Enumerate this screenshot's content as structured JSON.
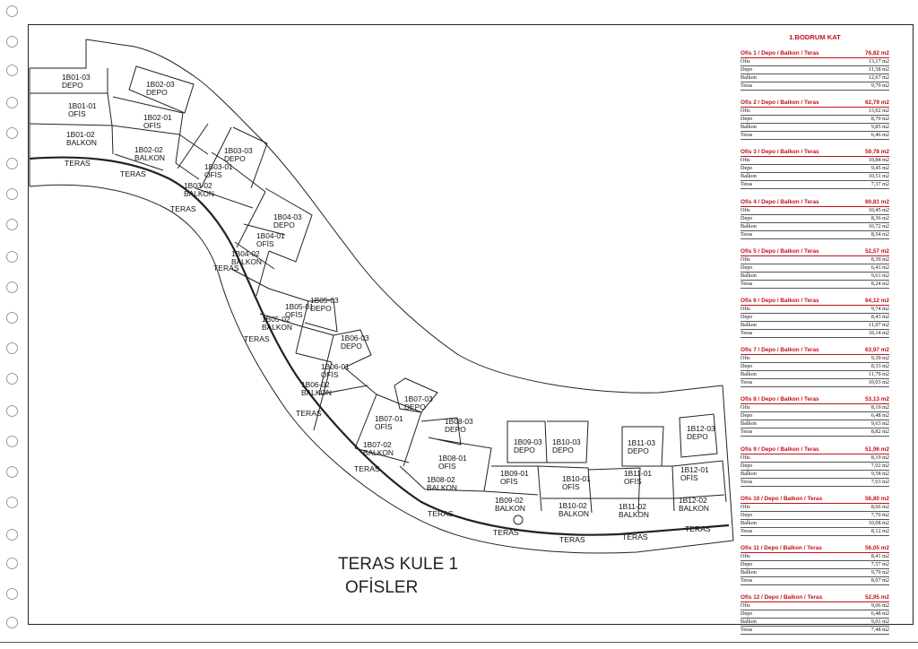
{
  "drawing": {
    "title_line1": "TERAS KULE 1",
    "title_line2": "OFİSLER",
    "units": [
      {
        "code": "1B01-03",
        "type": "DEPO"
      },
      {
        "code": "1B01-01",
        "type": "OFİS"
      },
      {
        "code": "1B01-02",
        "type": "BALKON"
      },
      {
        "code": "1B02-03",
        "type": "DEPO"
      },
      {
        "code": "1B02-01",
        "type": "OFİS"
      },
      {
        "code": "1B02-02",
        "type": "BALKON"
      },
      {
        "code": "1B03-03",
        "type": "DEPO"
      },
      {
        "code": "1B03-01",
        "type": "OFİS"
      },
      {
        "code": "1B03-02",
        "type": "BALKON"
      },
      {
        "code": "1B04-03",
        "type": "DEPO"
      },
      {
        "code": "1B04-01",
        "type": "OFİS"
      },
      {
        "code": "1B04-02",
        "type": "BALKON"
      },
      {
        "code": "1B05-03",
        "type": "DEPO"
      },
      {
        "code": "1B05-01",
        "type": "OFİS"
      },
      {
        "code": "1B05-02",
        "type": "BALKON"
      },
      {
        "code": "1B06-03",
        "type": "DEPO"
      },
      {
        "code": "1B06-01",
        "type": "OFİS"
      },
      {
        "code": "1B06-02",
        "type": "BALKON"
      },
      {
        "code": "1B07-03",
        "type": "DEPO"
      },
      {
        "code": "1B07-01",
        "type": "OFİS"
      },
      {
        "code": "1B07-02",
        "type": "BALKON"
      },
      {
        "code": "1B08-03",
        "type": "DEPO"
      },
      {
        "code": "1B08-01",
        "type": "OFİS"
      },
      {
        "code": "1B08-02",
        "type": "BALKON"
      },
      {
        "code": "1B09-03",
        "type": "DEPO"
      },
      {
        "code": "1B09-01",
        "type": "OFİS"
      },
      {
        "code": "1B09-02",
        "type": "BALKON"
      },
      {
        "code": "1B10-03",
        "type": "DEPO"
      },
      {
        "code": "1B10-01",
        "type": "OFİS"
      },
      {
        "code": "1B10-02",
        "type": "BALKON"
      },
      {
        "code": "1B11-03",
        "type": "DEPO"
      },
      {
        "code": "1B11-01",
        "type": "OFİS"
      },
      {
        "code": "1B11-02",
        "type": "BALKON"
      },
      {
        "code": "1B12-03",
        "type": "DEPO"
      },
      {
        "code": "1B12-01",
        "type": "OFİS"
      },
      {
        "code": "1B12-02",
        "type": "BALKON"
      }
    ],
    "teras_label": "TERAS"
  },
  "area_table": {
    "heading": "1.BODRUM KAT",
    "row_labels": [
      "Ofis",
      "Depo",
      "Balkon",
      "Teras"
    ],
    "offices": [
      {
        "title": "Ofis 1 / Depo / Balkon / Teras",
        "total": "76,82 m2",
        "values": [
          "13,17 m2",
          "11,58 m2",
          "12,67 m2",
          "9,79 m2"
        ]
      },
      {
        "title": "Ofis 2 / Depo / Balkon / Teras",
        "total": "62,79 m2",
        "values": [
          "13,02 m2",
          "8,79 m2",
          "9,85 m2",
          "6,46 m2"
        ]
      },
      {
        "title": "Ofis 3 / Depo / Balkon / Teras",
        "total": "59,78 m2",
        "values": [
          "10,84 m2",
          "9,45 m2",
          "10,51 m2",
          "7,37 m2"
        ]
      },
      {
        "title": "Ofis 4 / Depo / Balkon / Teras",
        "total": "60,81 m2",
        "values": [
          "10,45 m2",
          "8,36 m2",
          "10,72 m2",
          "8,54 m2"
        ]
      },
      {
        "title": "Ofis 5 / Depo / Balkon / Teras",
        "total": "52,57 m2",
        "values": [
          "8,39 m2",
          "6,41 m2",
          "9,61 m2",
          "8,24 m2"
        ]
      },
      {
        "title": "Ofis 6 / Depo / Balkon / Teras",
        "total": "64,12 m2",
        "values": [
          "9,74 m2",
          "8,43 m2",
          "11,07 m2",
          "10,14 m2"
        ]
      },
      {
        "title": "Ofis 7 / Depo / Balkon / Teras",
        "total": "63,97 m2",
        "values": [
          "9,39 m2",
          "8,33 m2",
          "11,79 m2",
          "10,03 m2"
        ]
      },
      {
        "title": "Ofis 8 / Depo / Balkon / Teras",
        "total": "53,13 m2",
        "values": [
          "8,19 m2",
          "6,48 m2",
          "9,63 m2",
          "8,82 m2"
        ]
      },
      {
        "title": "Ofis 9 / Depo / Balkon / Teras",
        "total": "51,96 m2",
        "values": [
          "8,19 m2",
          "7,02 m2",
          "9,58 m2",
          "7,63 m2"
        ]
      },
      {
        "title": "Ofis 10 / Depo / Balkon / Teras",
        "total": "56,80 m2",
        "values": [
          "8,66 m2",
          "7,70 m2",
          "10,08 m2",
          "8,12 m2"
        ]
      },
      {
        "title": "Ofis 11 / Depo / Balkon / Teras",
        "total": "56,05 m2",
        "values": [
          "8,41 m2",
          "7,57 m2",
          "9,79 m2",
          "8,07 m2"
        ]
      },
      {
        "title": "Ofis 12 / Depo / Balkon / Teras",
        "total": "52,95 m2",
        "values": [
          "9,06 m2",
          "6,48 m2",
          "9,01 m2",
          "7,48 m2"
        ]
      }
    ]
  }
}
